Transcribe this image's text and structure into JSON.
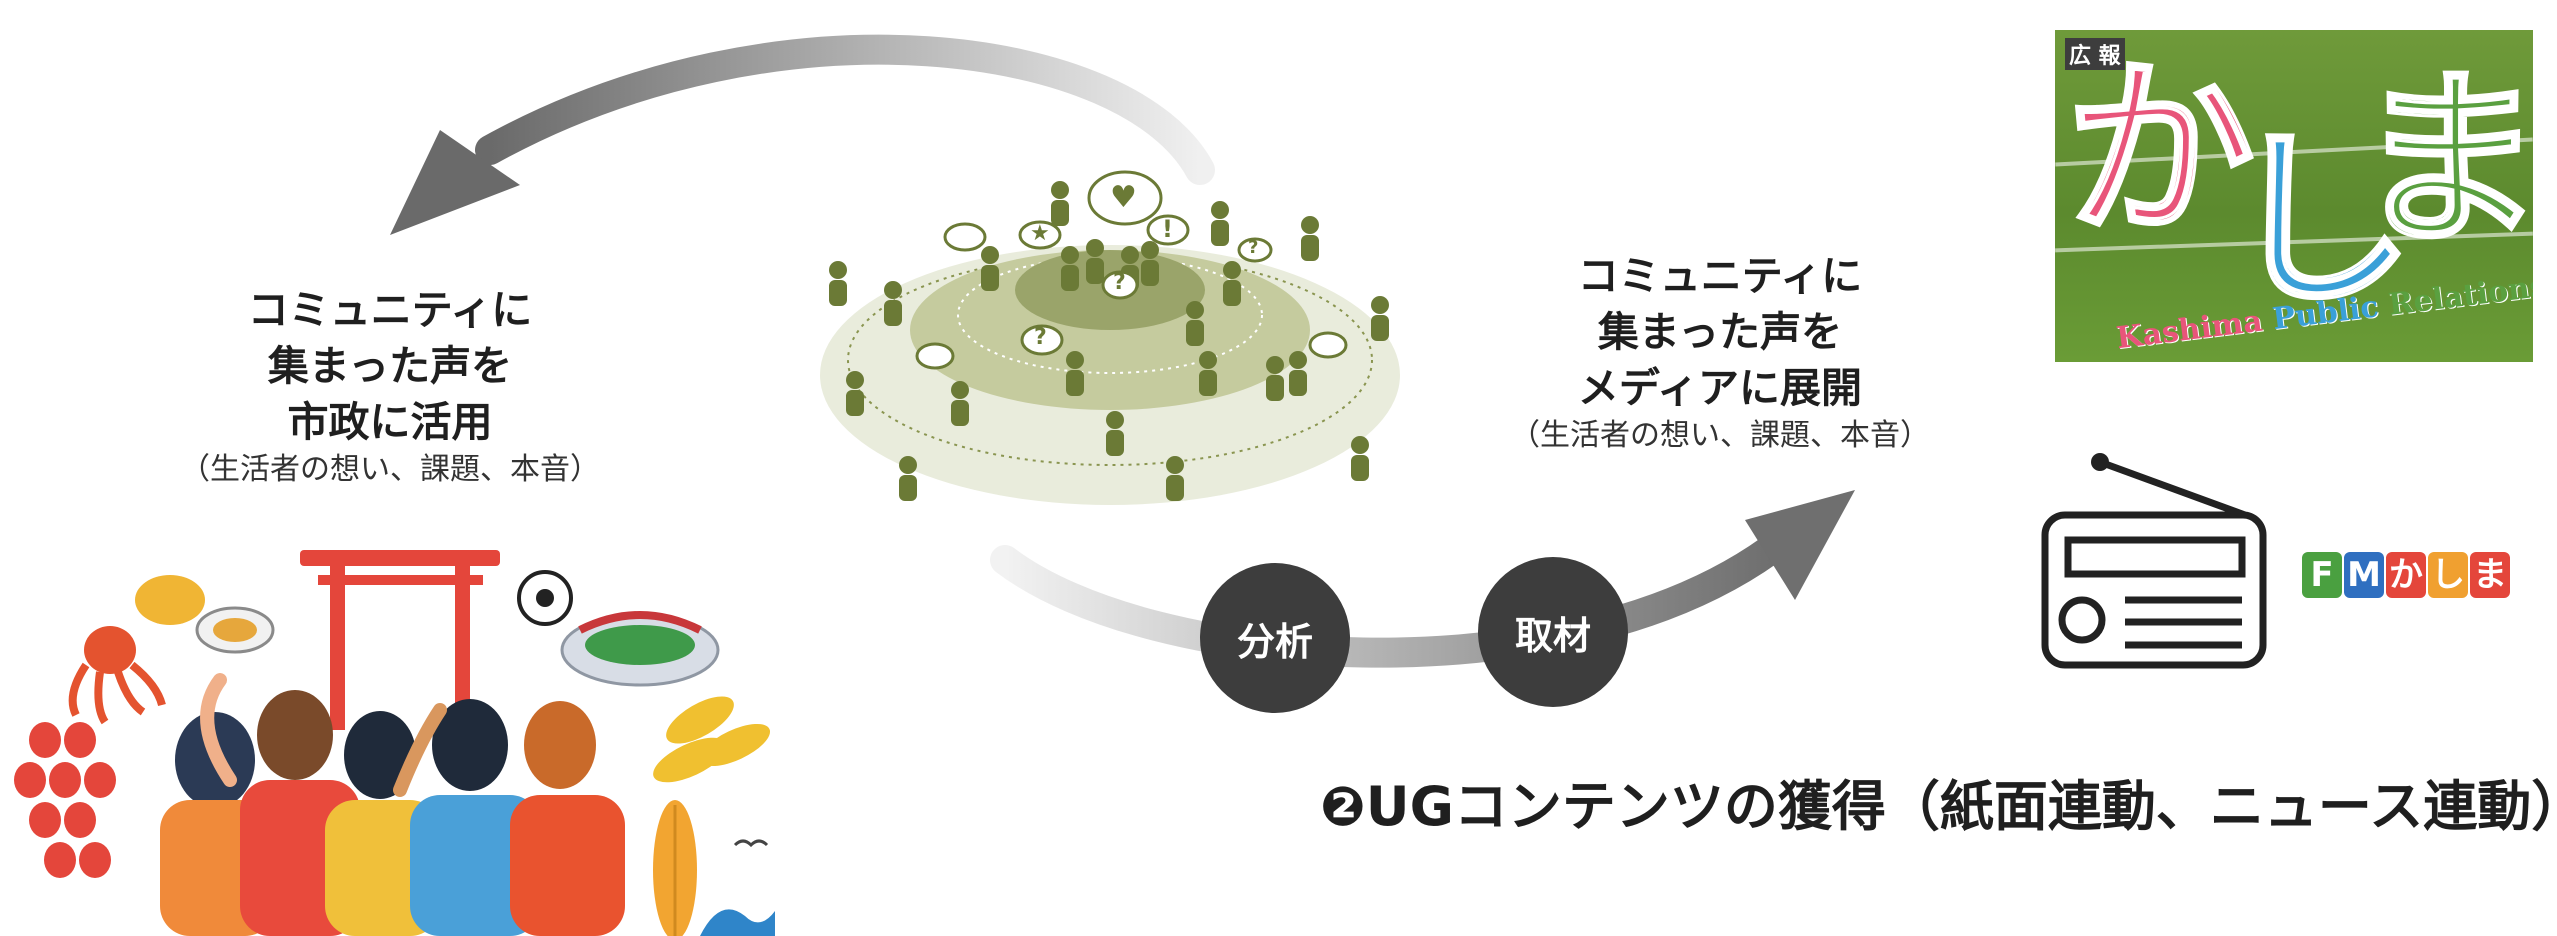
{
  "left_block": {
    "lines": [
      "コミュニティに",
      "集まった声を",
      "市政に活用"
    ],
    "sub": "（生活者の想い、課題、本音）"
  },
  "right_block": {
    "lines": [
      "コミュニティに",
      "集まった声を",
      "メディアに展開"
    ],
    "sub": "（生活者の想い、課題、本音）"
  },
  "steps": [
    "分析",
    "取材"
  ],
  "footer_title": "❷UGコンテンツの獲得（紙面連動、ニュース連動）",
  "community_bubbles": [
    "♥",
    "★",
    "!",
    "?",
    "?",
    "?"
  ],
  "pr_magazine": {
    "badge": "広 報",
    "title_chars": [
      "か",
      "し",
      "ま"
    ],
    "caption_parts": [
      "Kashima",
      "Public",
      "Relations"
    ]
  },
  "fm_logo": [
    "F",
    "M",
    "か",
    "し",
    "ま"
  ],
  "colors": {
    "olive_dark": "#6b7a36",
    "olive_mid": "#b9c28f",
    "olive_light": "#e6e9d6",
    "arrow_gray": "#7a7a7a",
    "circle_dark": "#3d3d3d",
    "torii_red": "#e4463b"
  }
}
